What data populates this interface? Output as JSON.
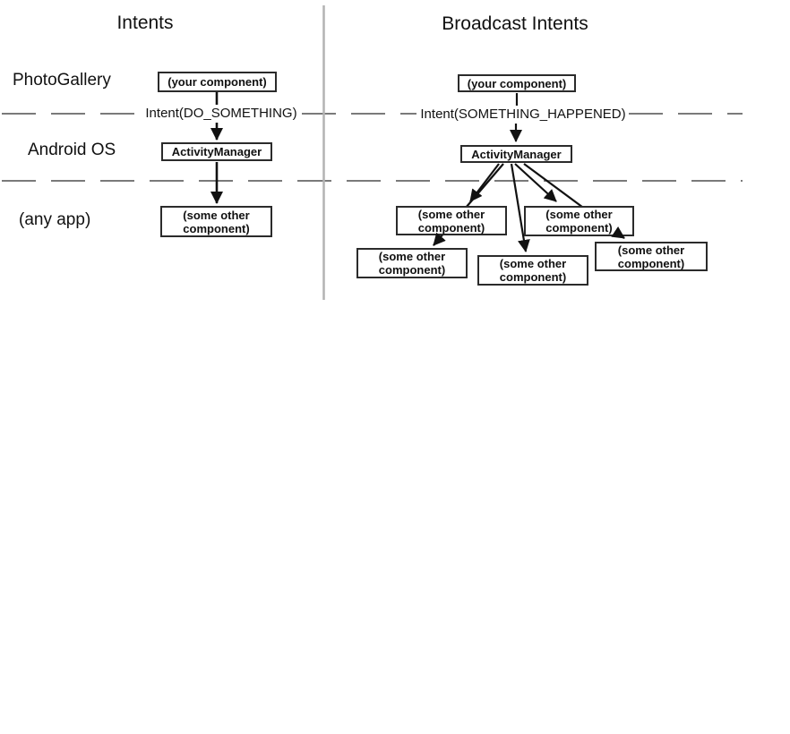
{
  "diagram": {
    "left": {
      "title": "Intents",
      "row_labels": {
        "top": "PhotoGallery",
        "middle": "Android OS",
        "bottom": "(any app)"
      },
      "intent_label": "Intent(DO_SOMETHING)",
      "boxes": {
        "your_component": "(your component)",
        "activity_manager": "ActivityManager",
        "some_other_component": "(some other component)"
      }
    },
    "right": {
      "title": "Broadcast Intents",
      "intent_label": "Intent(SOMETHING_HAPPENED)",
      "boxes": {
        "your_component": "(your component)",
        "activity_manager": "ActivityManager",
        "receiver_top_left": "(some other component)",
        "receiver_top_right": "(some other component)",
        "receiver_bottom_left": "(some other component)",
        "receiver_bottom_middle": "(some other component)",
        "receiver_far_right": "(some other component)"
      }
    },
    "colors": {
      "background": "#ffffff",
      "text": "#111111",
      "box_border": "#2b2b2b",
      "arrow": "#111111",
      "dashed_line": "#7a7a7a",
      "divider": "#b3b3b3"
    }
  }
}
